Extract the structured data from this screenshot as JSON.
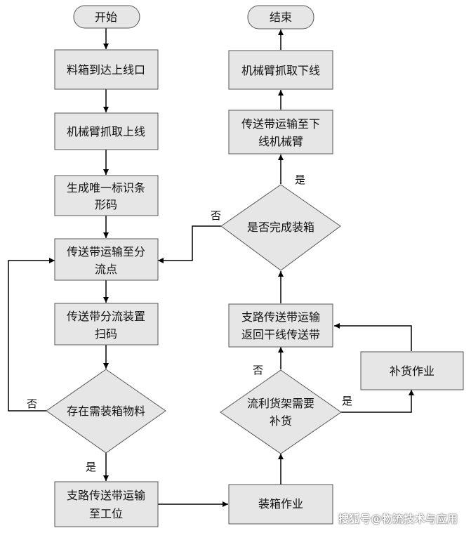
{
  "nodes": {
    "start": [
      "开始"
    ],
    "n1": [
      "料箱到达上线口"
    ],
    "n2": [
      "机械臂抓取上线"
    ],
    "n3": [
      "生成唯一标识条",
      "形码"
    ],
    "n4": [
      "传送带运输至分",
      "流点"
    ],
    "n5": [
      "传送带分流装置",
      "扫码"
    ],
    "d1": [
      "存在需装箱物料"
    ],
    "n6": [
      "支路传送带运输",
      "至工位"
    ],
    "n7": [
      "装箱作业"
    ],
    "d2": [
      "流利货架需要",
      "补货"
    ],
    "n8": [
      "补货作业"
    ],
    "n9": [
      "支路传送带运输",
      "返回干线传送带"
    ],
    "d3": [
      "是否完成装箱"
    ],
    "n10": [
      "传送带运输至下",
      "线机械臂"
    ],
    "n11": [
      "机械臂抓取下线"
    ],
    "end": [
      "结束"
    ]
  },
  "edge_labels": {
    "d1_no": "否",
    "d1_yes": "是",
    "d2_no": "否",
    "d2_yes": "是",
    "d3_no": "否",
    "d3_yes": "是"
  },
  "watermark": "搜狐号@物流技术与应用",
  "colors": {
    "box_fill": "#e6e6e6",
    "box_stroke": "#555555",
    "line": "#000000"
  }
}
